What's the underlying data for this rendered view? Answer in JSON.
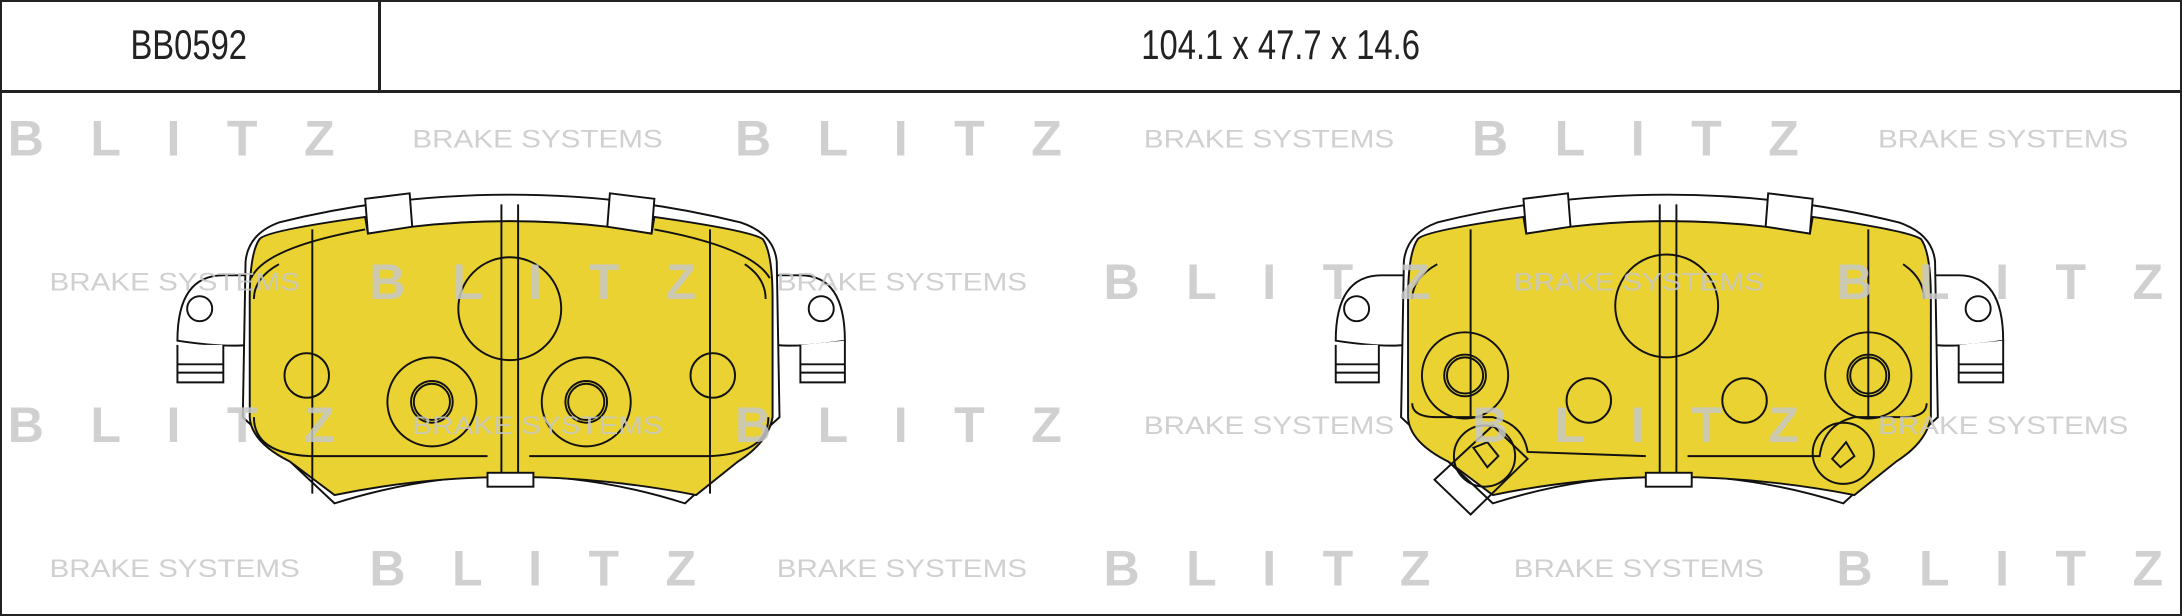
{
  "header": {
    "part_number": "BB0592",
    "dimensions": "104.1 x 47.7 x 14.6"
  },
  "watermark": {
    "logo": "B L I T Z",
    "tagline": "BRAKE SYSTEMS"
  },
  "colors": {
    "friction": "#e9d232",
    "watermark": "#c8c8c8",
    "line": "#111111"
  }
}
